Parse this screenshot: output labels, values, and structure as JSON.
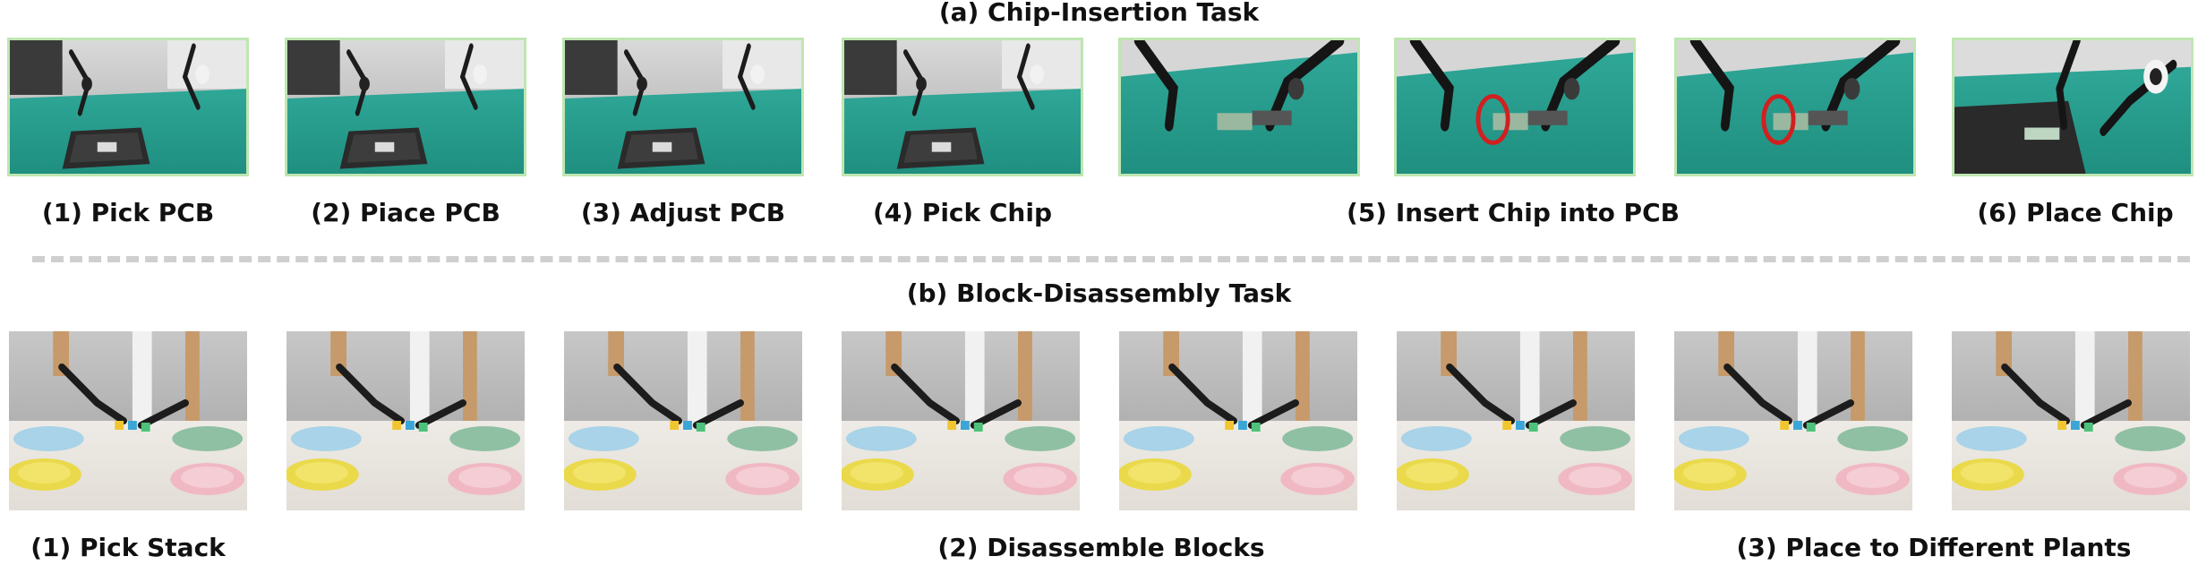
{
  "top_section": {
    "title": "(a) Chip-Insertion Task",
    "captions": {
      "c1": "(1) Pick PCB",
      "c2": "(2) Piace PCB",
      "c3": "(3) Adjust PCB",
      "c4": "(4) Pick Chip",
      "c5": "(5) Insert Chip into PCB",
      "c6": "(6) Place Chip"
    },
    "frame_border_color": "#bfe6b2",
    "highlight_color": "#d21f1f"
  },
  "bottom_section": {
    "title": "(b) Block-Disassembly Task",
    "captions": {
      "c1": "(1) Pick Stack",
      "c2": "(2) Disassemble Blocks",
      "c3": "(3) Place to Different Plants"
    }
  }
}
